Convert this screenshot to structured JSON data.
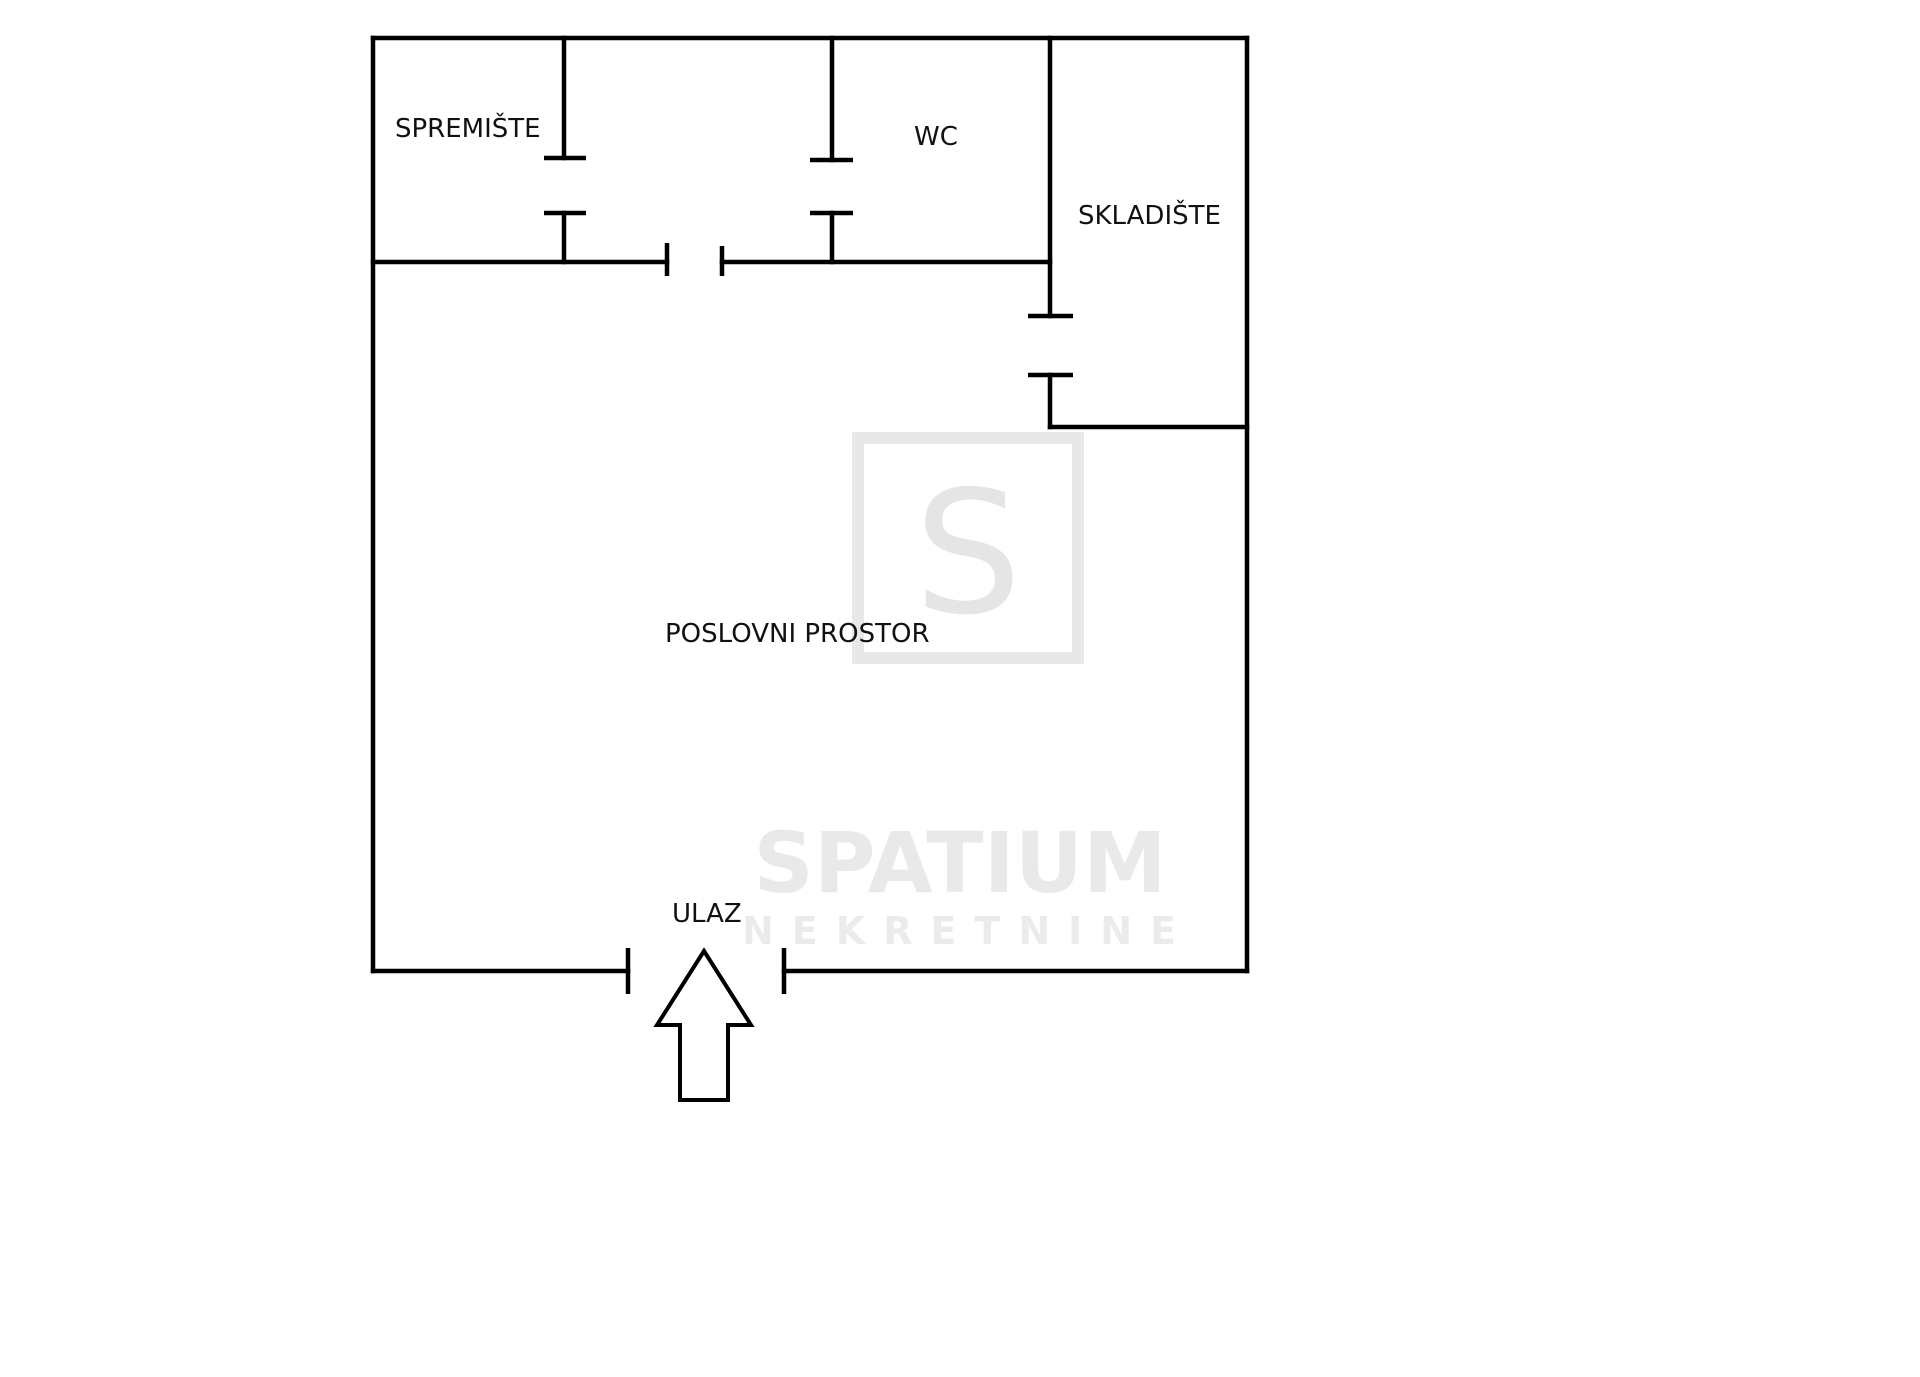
{
  "rooms": {
    "storage_room": "SPREMIŠTE",
    "wc": "WC",
    "warehouse": "SKLADIŠTE",
    "business_space": "POSLOVNI PROSTOR",
    "entrance": "ULAZ"
  },
  "watermark": {
    "logo_letter": "S",
    "brand": "SPATIUM",
    "subtitle": "NEKRETNINE"
  }
}
